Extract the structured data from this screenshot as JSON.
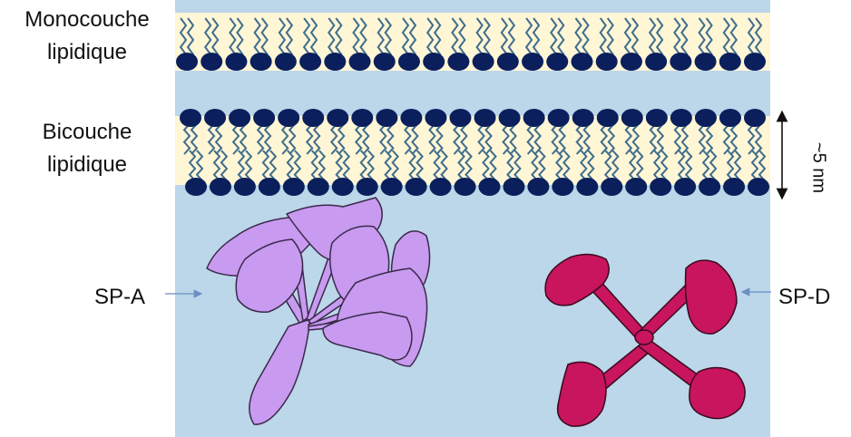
{
  "labels": {
    "monolayer_line1": "Monocouche",
    "monolayer_line2": "lipidique",
    "bilayer_line1": "Bicouche",
    "bilayer_line2": "lipidique",
    "thickness": "~5 nm",
    "sp_a": "SP-A",
    "sp_d": "SP-D"
  },
  "colors": {
    "water": "#bcd6ea",
    "lipid_band": "#fff6d6",
    "lipid_head": "#0b1f5c",
    "lipid_tail": "#3f6d8c",
    "sp_a_fill": "#c89af0",
    "sp_a_stroke": "#3a2a4a",
    "sp_d_fill": "#c8155e",
    "sp_d_stroke": "#3a0a1e",
    "arrow": "#6a8fc0"
  }
}
